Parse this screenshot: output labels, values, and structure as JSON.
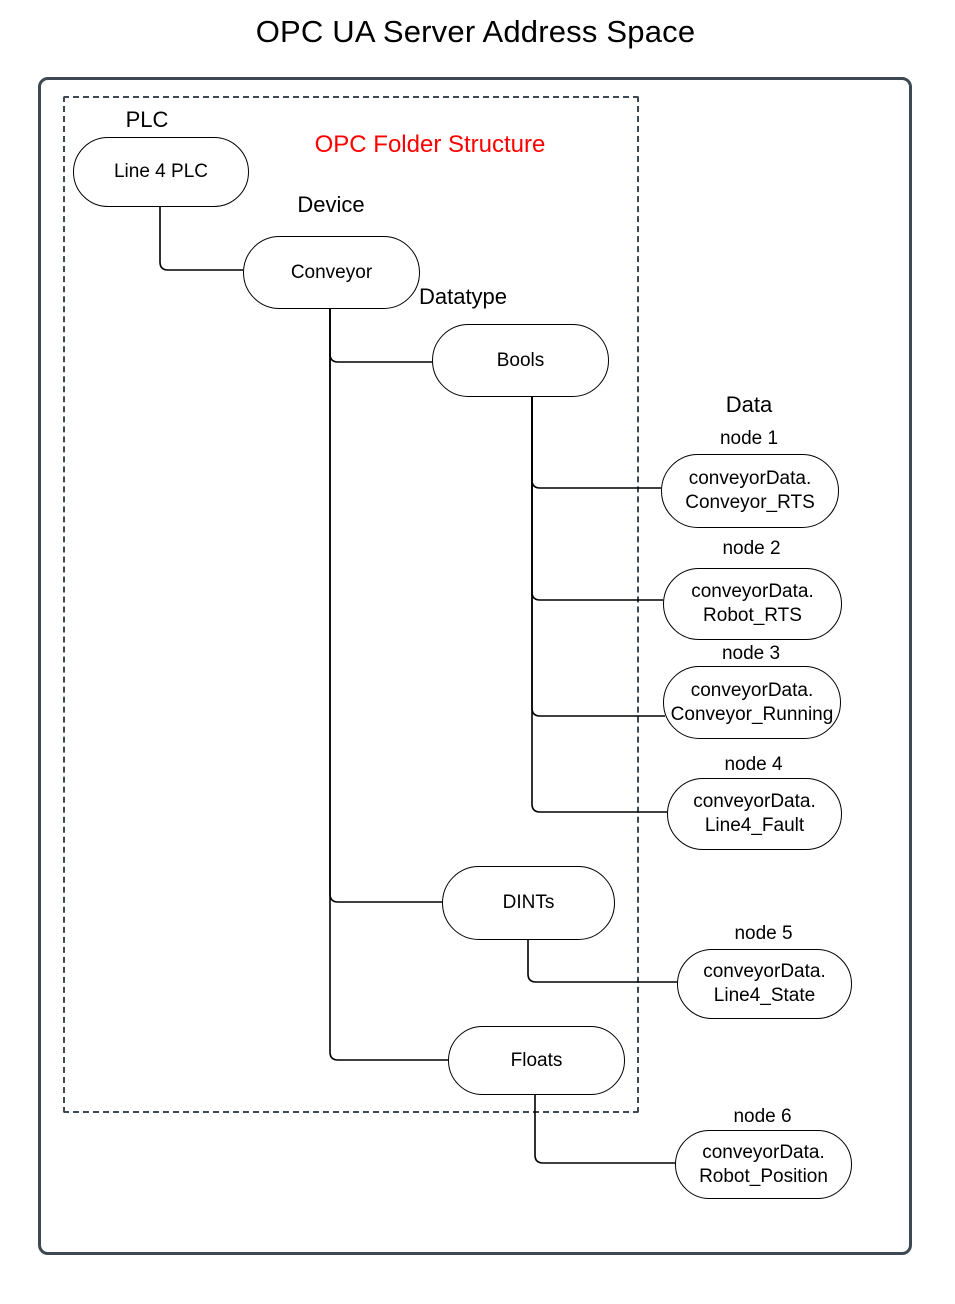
{
  "title": "OPC UA Server Address Space",
  "headers": {
    "plc": "PLC",
    "device": "Device",
    "datatype": "Datatype",
    "data": "Data",
    "folder_structure": "OPC Folder Structure"
  },
  "folders": {
    "plc": "Line 4 PLC",
    "device": "Conveyor",
    "bools": "Bools",
    "dints": "DINTs",
    "floats": "Floats"
  },
  "data_nodes": [
    {
      "label": "node 1",
      "line1": "conveyorData.",
      "line2": "Conveyor_RTS"
    },
    {
      "label": "node 2",
      "line1": "conveyorData.",
      "line2": "Robot_RTS"
    },
    {
      "label": "node 3",
      "line1": "conveyorData.",
      "line2": "Conveyor_Running"
    },
    {
      "label": "node 4",
      "line1": "conveyorData.",
      "line2": "Line4_Fault"
    },
    {
      "label": "node 5",
      "line1": "conveyorData.",
      "line2": "Line4_State"
    },
    {
      "label": "node 6",
      "line1": "conveyorData.",
      "line2": "Robot_Position"
    }
  ],
  "colors": {
    "accent_red": "#FF0000",
    "box_border": "#3E4852",
    "shape_border": "#000000"
  }
}
